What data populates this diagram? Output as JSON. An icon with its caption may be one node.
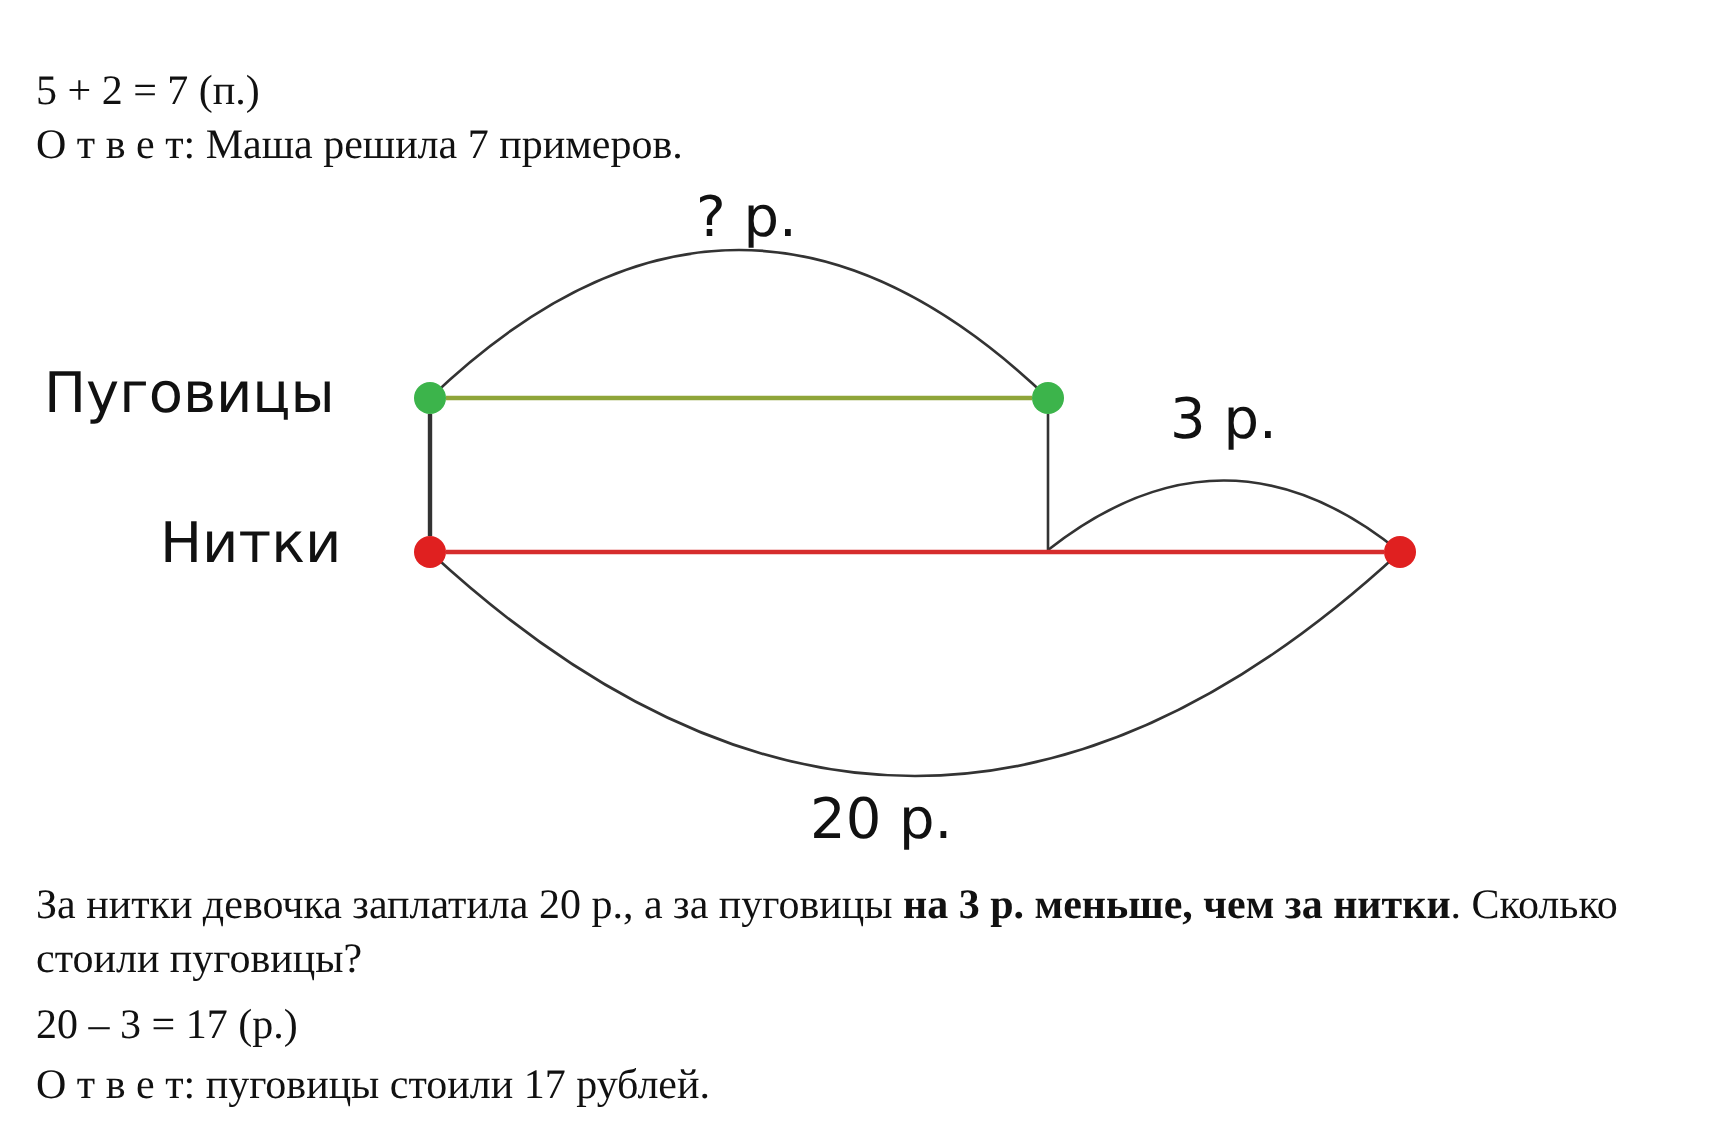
{
  "diagram": {
    "nodes": [
      {
        "text": [],
        "shape": "circle"
      },
      {
        "text": [],
        "shape": "circle"
      },
      {
        "text": [],
        "shape": "circle"
      },
      {
        "text": [],
        "shape": "circle"
      }
    ],
    "edges": [
      {
        "from": 0,
        "to": 1,
        "arrow": "none",
        "color": "#8fa53a"
      },
      {
        "from": 2,
        "to": 3,
        "arrow": "none",
        "color": "#d62d2d"
      },
      {
        "from": 0,
        "to": 2,
        "arrow": "none",
        "color": "#333333"
      }
    ],
    "labels": [
      "5 + 2 = 7 (п.)",
      "О т в е т: Маша решила 7 примеров.",
      "? р.",
      "Пуговицы",
      "3 р.",
      "Нитки",
      "20 р.",
      "За нитки девочка заплатила 20 р., а за пуговицы **на 3 р. меньше, чем за нитки**. Сколько стоили пуговицы?",
      "20 – 3 = 17 (р.)",
      "О т в е т: пуговицы стоили 17 рублей."
    ]
  }
}
